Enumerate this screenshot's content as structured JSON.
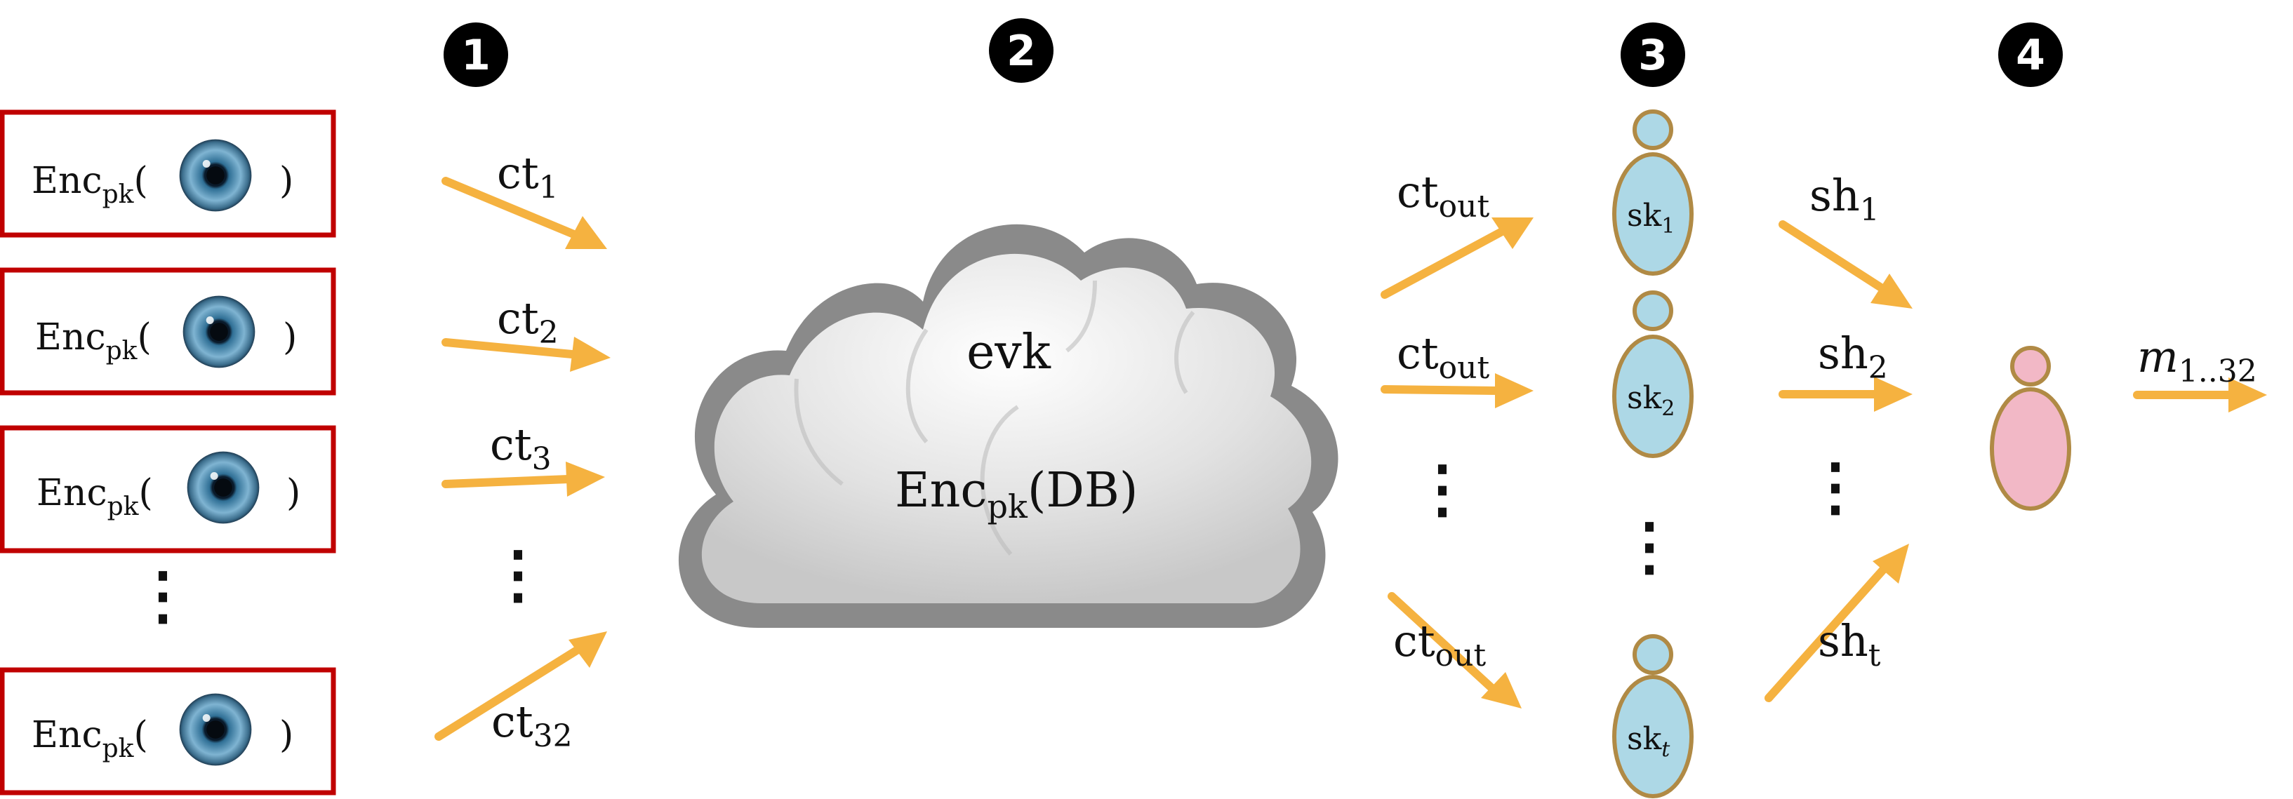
{
  "colors": {
    "input_box_border": "#c00000",
    "arrow": "#f5b240",
    "party_fill": "#add8e6",
    "party_stroke": "#b08a45",
    "client_fill": "#f2b8c6",
    "client_stroke": "#b08a45",
    "cloud_fill": "#dadada",
    "cloud_stroke": "#8a8a8a",
    "step_badge": "#000000"
  },
  "steps": [
    "1",
    "2",
    "3",
    "4"
  ],
  "inputs": {
    "enc_main": "Enc",
    "enc_sub": "pk",
    "open_paren": "(",
    "close_paren": ")",
    "icon": "eye-icon",
    "count_visible": 4
  },
  "ciphertexts": [
    {
      "base": "ct",
      "sub": "1"
    },
    {
      "base": "ct",
      "sub": "2"
    },
    {
      "base": "ct",
      "sub": "3"
    },
    {
      "base": "ct",
      "sub": "32"
    }
  ],
  "cloud": {
    "evk": "evk",
    "db_main": "Enc",
    "db_sub": "pk",
    "db_rest": "(DB)"
  },
  "ct_out": [
    {
      "base": "ct",
      "sub": "out"
    },
    {
      "base": "ct",
      "sub": "out"
    },
    {
      "base": "ct",
      "sub": "out"
    }
  ],
  "key_parties": [
    {
      "base": "sk",
      "sub": "1"
    },
    {
      "base": "sk",
      "sub": "2"
    },
    {
      "base": "sk",
      "sub": "t"
    }
  ],
  "shares": [
    {
      "base": "sh",
      "sub": "1"
    },
    {
      "base": "sh",
      "sub": "2"
    },
    {
      "base": "sh",
      "sub": "t"
    }
  ],
  "output": {
    "base": "m",
    "sub": "1..32"
  },
  "ellipsis": "⋮"
}
